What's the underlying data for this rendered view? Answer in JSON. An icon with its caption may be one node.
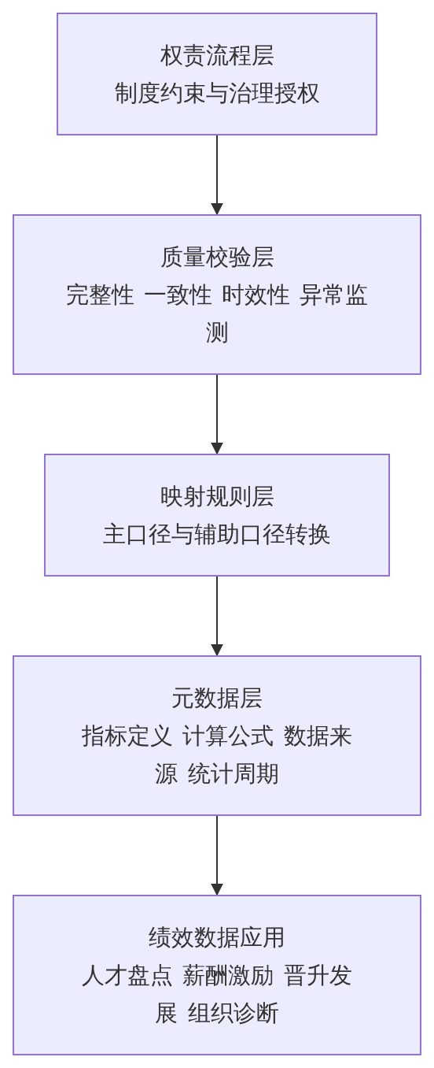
{
  "diagram": {
    "nodes": [
      {
        "text": [
          "权责流程层",
          "制度约束与治理授权"
        ]
      },
      {
        "text": [
          "质量校验层",
          "完整性 一致性 时效性 异常监测"
        ]
      },
      {
        "text": [
          "映射规则层",
          "主口径与辅助口径转换"
        ]
      },
      {
        "text": [
          "元数据层",
          "指标定义 计算公式 数据来源 统计周期"
        ]
      },
      {
        "text": [
          "绩效数据应用",
          "人才盘点 薪酬激励 晋升发展 组织诊断"
        ]
      }
    ],
    "edges": [
      {
        "from": 0,
        "to": 1,
        "arrow": "to"
      },
      {
        "from": 1,
        "to": 2,
        "arrow": "to"
      },
      {
        "from": 2,
        "to": 3,
        "arrow": "to"
      },
      {
        "from": 3,
        "to": 4,
        "arrow": "to"
      }
    ]
  }
}
